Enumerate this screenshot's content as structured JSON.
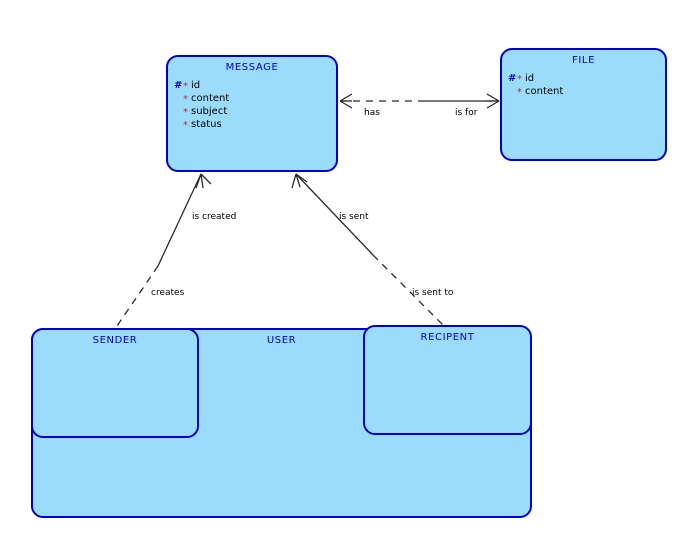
{
  "diagram": {
    "type": "entity-relationship-diagram",
    "background": "#ffffff",
    "entity_fill": "#9BDCFD",
    "entity_border": "#0000CC",
    "title_color": "#0000CC",
    "pk_marker_color": "#0000CC",
    "required_marker_color": "#E01B1B",
    "line_color": "#2A2A2A"
  },
  "entities": {
    "message": {
      "name": "MESSAGE",
      "attributes": [
        {
          "pk": "#",
          "req": "*",
          "label": "id"
        },
        {
          "pk": "",
          "req": "*",
          "label": "content"
        },
        {
          "pk": "",
          "req": "*",
          "label": "subject"
        },
        {
          "pk": "",
          "req": "*",
          "label": "status"
        }
      ]
    },
    "file": {
      "name": "FILE",
      "attributes": [
        {
          "pk": "#",
          "req": "*",
          "label": "id"
        },
        {
          "pk": "",
          "req": "*",
          "label": "content"
        }
      ]
    },
    "user": {
      "name": "USER",
      "attributes": []
    },
    "sender": {
      "name": "SENDER",
      "attributes": []
    },
    "recipent": {
      "name": "RECIPENT",
      "attributes": []
    }
  },
  "relationships": {
    "message_file": {
      "from_label": "has",
      "to_label": "is for"
    },
    "message_sender": {
      "from_label": "is created",
      "to_label": "creates"
    },
    "message_recipent": {
      "from_label": "is sent",
      "to_label": "is sent to"
    }
  }
}
